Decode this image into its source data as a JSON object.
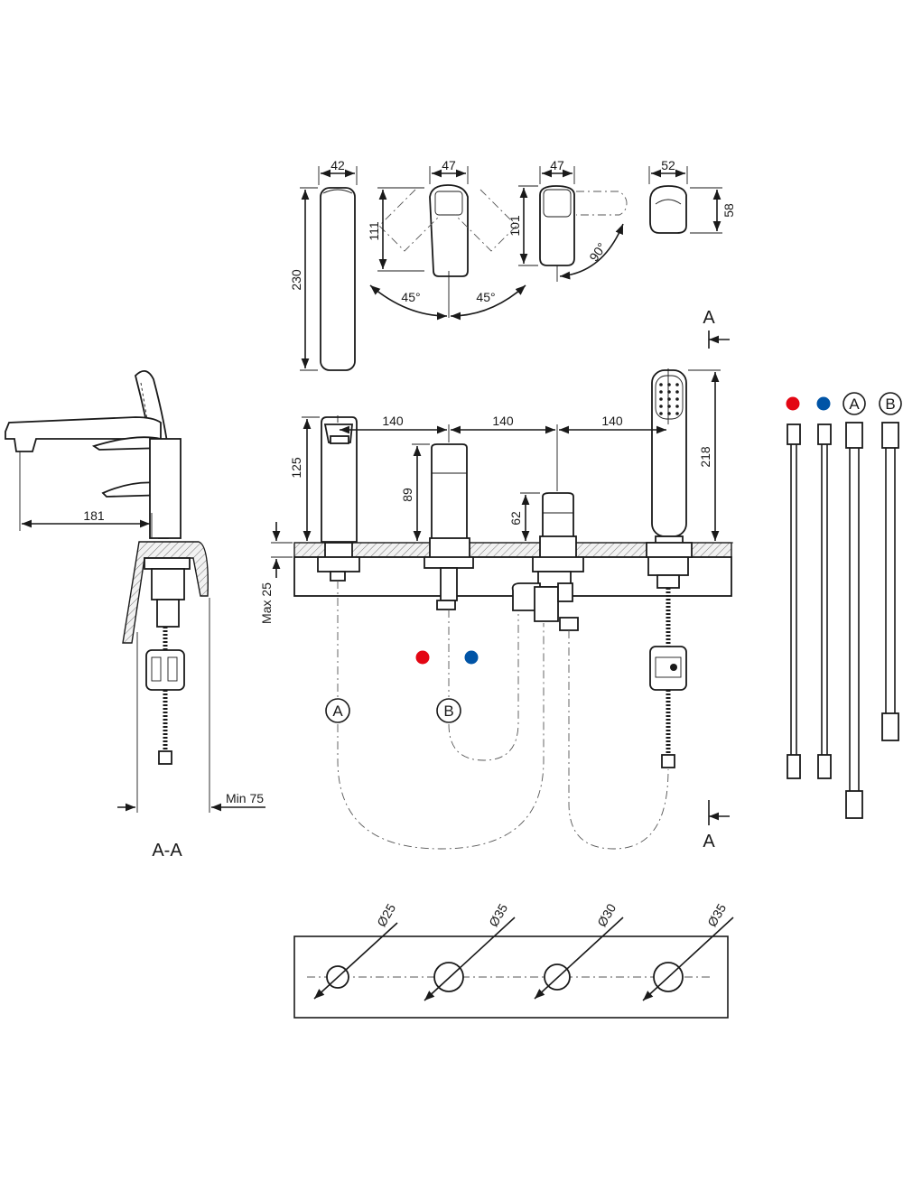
{
  "top_views": {
    "spout": {
      "width": "42",
      "height": "230"
    },
    "mixer_lever": {
      "width": "47",
      "height": "111",
      "angle_left": "45°",
      "angle_right": "45°"
    },
    "diverter": {
      "width": "47",
      "height": "101",
      "angle": "90°"
    },
    "handle_end": {
      "width": "52",
      "height": "58"
    }
  },
  "section_label": "A",
  "side_view": {
    "reach": "181",
    "min_clearance": "Min 75",
    "caption": "A-A"
  },
  "front_view": {
    "spacing": [
      "140",
      "140",
      "140"
    ],
    "spout_height": "125",
    "mixer_height": "89",
    "diverter_height": "62",
    "shower_height": "218",
    "deck_thickness": "Max 25",
    "connection_a": "A",
    "connection_b": "B"
  },
  "hoses_legend": {
    "labels": [
      "A",
      "B"
    ],
    "colors": {
      "hot": "#e30613",
      "cold": "#0054a6"
    }
  },
  "holes": {
    "diameters": [
      "Ø25",
      "Ø35",
      "Ø30",
      "Ø35"
    ]
  }
}
